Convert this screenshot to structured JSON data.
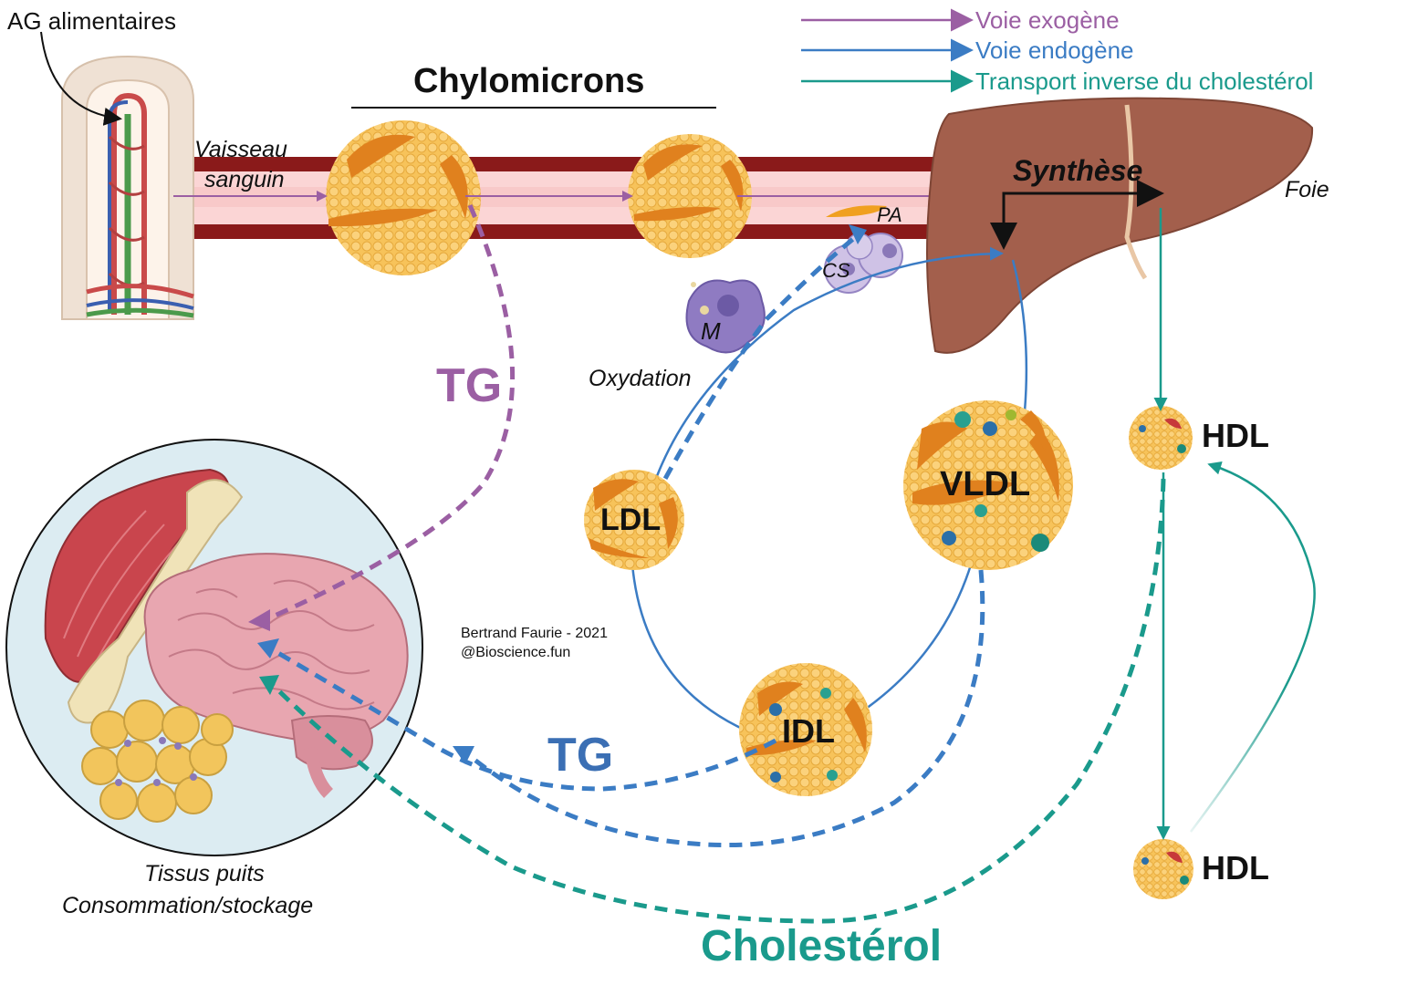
{
  "labels": {
    "ag": "AG alimentaires",
    "chylo": "Chylomicrons",
    "vaisseau1": "Vaisseau",
    "vaisseau2": "sanguin",
    "synthese": "Synthèse",
    "foie": "Foie",
    "pa": "PA",
    "cs": "CS",
    "m": "M",
    "oxydation": "Oxydation",
    "tg1": "TG",
    "tg2": "TG",
    "ldl": "LDL",
    "vldl": "VLDL",
    "idl": "IDL",
    "hdl1": "HDL",
    "hdl2": "HDL",
    "cholesterol": "Cholestérol",
    "tissus1": "Tissus puits",
    "tissus2": "Consommation/stockage",
    "credit1": "Bertrand Faurie - 2021",
    "credit2": "@Bioscience.fun"
  },
  "legend": [
    {
      "label": "Voie exogène",
      "color": "#9b5fa3"
    },
    {
      "label": "Voie endogène",
      "color": "#3b7cc4"
    },
    {
      "label": "Transport inverse du cholestérol",
      "color": "#1a9a8c"
    }
  ],
  "colors": {
    "exogene": "#9b5fa3",
    "endogene": "#3b7cc4",
    "inverse": "#1a9a8c",
    "liver": "#a35f4c",
    "vessel": "#8a1a1a",
    "lipoprotein": "#f4b844",
    "apo": "#e0811e"
  }
}
